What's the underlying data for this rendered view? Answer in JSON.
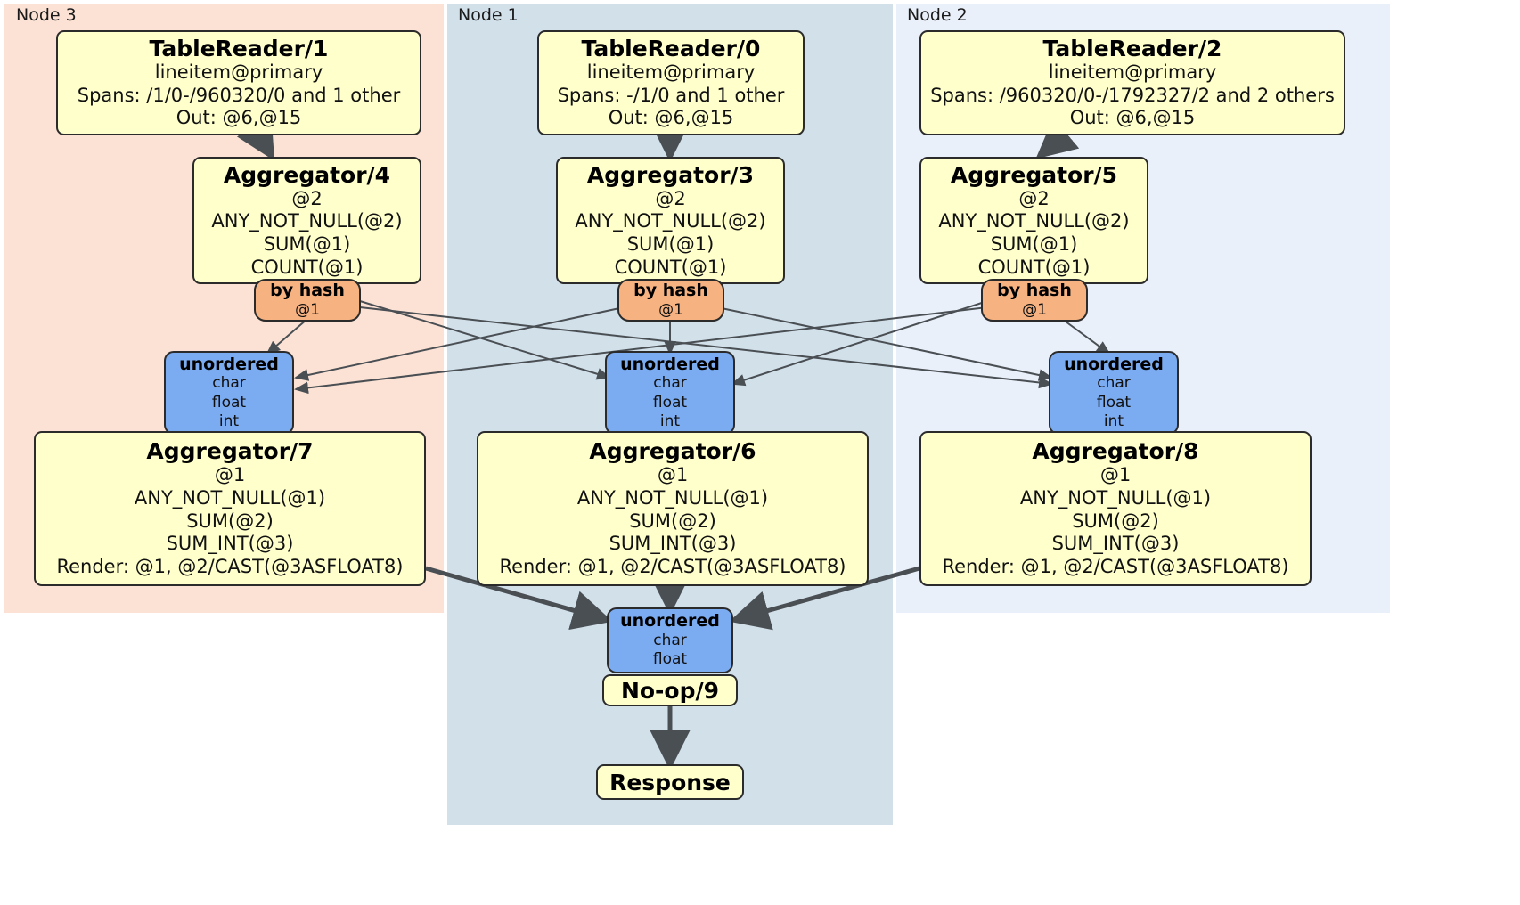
{
  "diagram": {
    "type": "distributed-query-plan",
    "title": "CockroachDB distributed SQL physical plan",
    "colors": {
      "node3_bg": "#fbe2d5",
      "node1_bg": "#d2e0ea",
      "node2_bg": "#eaf0fa",
      "processor_box": "#ffffcc",
      "router_box": "#f7b281",
      "synchronizer_box": "#7babf0",
      "edge": "#4a4f54",
      "stroke": "#2b2b2b"
    }
  },
  "regions": [
    {
      "id": "node3",
      "label": "Node 3"
    },
    {
      "id": "node1",
      "label": "Node 1"
    },
    {
      "id": "node2",
      "label": "Node 2"
    }
  ],
  "processors": {
    "tablereader_1": {
      "title": "TableReader/1",
      "lines": [
        "lineitem@primary",
        "Spans: /1/0-/960320/0 and 1 other",
        "Out: @6,@15"
      ]
    },
    "tablereader_0": {
      "title": "TableReader/0",
      "lines": [
        "lineitem@primary",
        "Spans: -/1/0 and 1 other",
        "Out: @6,@15"
      ]
    },
    "tablereader_2": {
      "title": "TableReader/2",
      "lines": [
        "lineitem@primary",
        "Spans: /960320/0-/1792327/2 and 2 others",
        "Out: @6,@15"
      ]
    },
    "aggregator_4": {
      "title": "Aggregator/4",
      "lines": [
        "@2",
        "ANY_NOT_NULL(@2)",
        "SUM(@1)",
        "COUNT(@1)"
      ]
    },
    "aggregator_3": {
      "title": "Aggregator/3",
      "lines": [
        "@2",
        "ANY_NOT_NULL(@2)",
        "SUM(@1)",
        "COUNT(@1)"
      ]
    },
    "aggregator_5": {
      "title": "Aggregator/5",
      "lines": [
        "@2",
        "ANY_NOT_NULL(@2)",
        "SUM(@1)",
        "COUNT(@1)"
      ]
    },
    "aggregator_7": {
      "title": "Aggregator/7",
      "lines": [
        "@1",
        "ANY_NOT_NULL(@1)",
        "SUM(@2)",
        "SUM_INT(@3)",
        "Render: @1, @2/CAST(@3ASFLOAT8)"
      ]
    },
    "aggregator_6": {
      "title": "Aggregator/6",
      "lines": [
        "@1",
        "ANY_NOT_NULL(@1)",
        "SUM(@2)",
        "SUM_INT(@3)",
        "Render: @1, @2/CAST(@3ASFLOAT8)"
      ]
    },
    "aggregator_8": {
      "title": "Aggregator/8",
      "lines": [
        "@1",
        "ANY_NOT_NULL(@1)",
        "SUM(@2)",
        "SUM_INT(@3)",
        "Render: @1, @2/CAST(@3ASFLOAT8)"
      ]
    },
    "noop_9": {
      "title": "No-op/9",
      "lines": []
    },
    "response": {
      "title": "Response",
      "lines": []
    }
  },
  "routers": {
    "router_left": {
      "title": "by hash",
      "lines": [
        "@1"
      ]
    },
    "router_center": {
      "title": "by hash",
      "lines": [
        "@1"
      ]
    },
    "router_right": {
      "title": "by hash",
      "lines": [
        "@1"
      ]
    }
  },
  "synchronizers": {
    "sync_left": {
      "title": "unordered",
      "lines": [
        "char",
        "float",
        "int"
      ]
    },
    "sync_center": {
      "title": "unordered",
      "lines": [
        "char",
        "float",
        "int"
      ]
    },
    "sync_right": {
      "title": "unordered",
      "lines": [
        "char",
        "float",
        "int"
      ]
    },
    "sync_final": {
      "title": "unordered",
      "lines": [
        "char",
        "float"
      ]
    }
  }
}
